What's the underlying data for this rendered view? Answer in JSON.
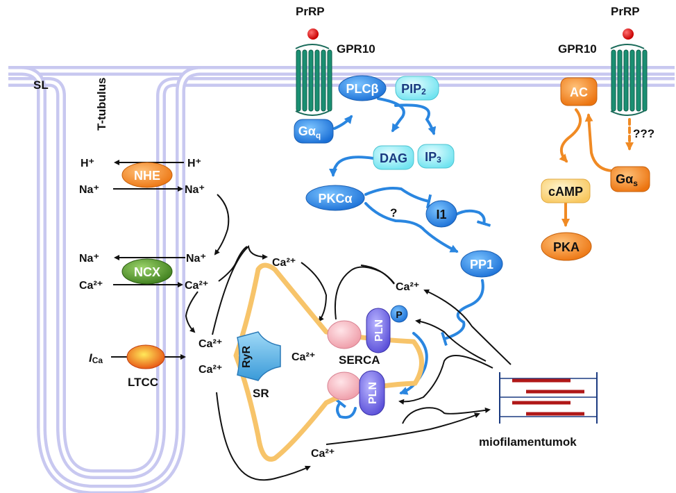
{
  "labels": {
    "sl": "SL",
    "t_tubulus": "T-tubulus",
    "prrp_left": "PrRP",
    "prrp_right": "PrRP",
    "gpr10_left": "GPR10",
    "gpr10_right": "GPR10",
    "question_marks": "???",
    "question_single": "?",
    "sr": "SR",
    "serca": "SERCA",
    "ltcc": "LTCC",
    "ica_main": "I",
    "ica_sub": "Ca",
    "miofilamentumok": "miofilamentumok"
  },
  "ions": {
    "h_left": "H⁺",
    "h_right": "H⁺",
    "na1_left": "Na⁺",
    "na1_right": "Na⁺",
    "na2_left": "Na⁺",
    "na2_right": "Na⁺",
    "ca_ncx_left": "Ca²⁺",
    "ca_ncx_right": "Ca²⁺",
    "ca_top": "Ca²⁺",
    "ca_dyad1": "Ca²⁺",
    "ca_dyad2": "Ca²⁺",
    "ca_ryr": "Ca²⁺",
    "ca_right": "Ca²⁺",
    "ca_bottom": "Ca²⁺"
  },
  "nodes": {
    "plcb": "PLCβ",
    "pip2_main": "PIP",
    "pip2_sub": "2",
    "gaq_main": "Gα",
    "gaq_sub": "q",
    "dag": "DAG",
    "ip3_main": "IP",
    "ip3_sub": "3",
    "pkca": "PKCα",
    "i1": "I1",
    "pp1": "PP1",
    "ac": "AC",
    "camp": "cAMP",
    "pka": "PKA",
    "gas_main": "Gα",
    "gas_sub": "s",
    "nhe": "NHE",
    "ncx": "NCX",
    "ryr": "RyR",
    "pln_top": "PLN",
    "pln_bottom": "PLN",
    "p": "P"
  },
  "colors": {
    "membrane": "#c8c8f0",
    "blue_arrow": "#2a86e0",
    "orange_arrow": "#f08a24",
    "sr_outline": "#f7c46a",
    "filament": "#b01818"
  }
}
